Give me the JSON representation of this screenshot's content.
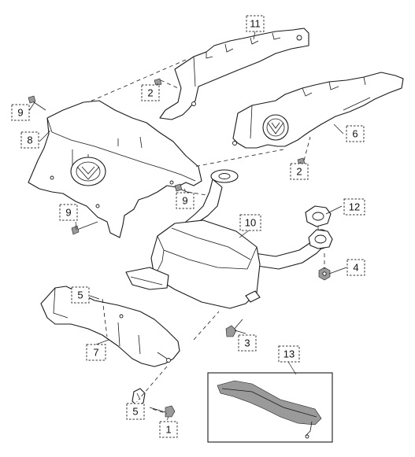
{
  "diagram": {
    "callouts": [
      "11",
      "2",
      "9",
      "8",
      "6",
      "2",
      "9",
      "9",
      "12",
      "10",
      "4",
      "5",
      "7",
      "3",
      "13",
      "5",
      "1"
    ]
  }
}
